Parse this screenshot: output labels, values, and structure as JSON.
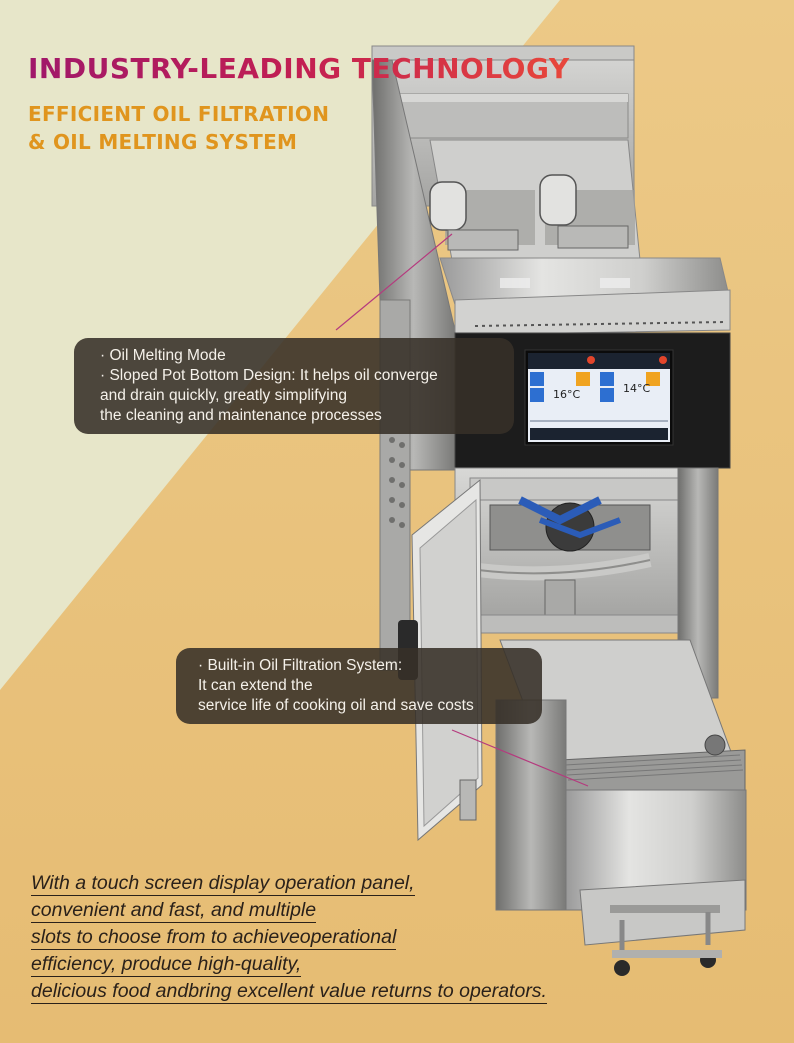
{
  "heading": {
    "title": "INDUSTRY-LEADING TECHNOLOGY",
    "subtitle_line1": "EFFICIENT OIL FILTRATION",
    "subtitle_line2": "& OIL MELTING SYSTEM"
  },
  "callout_top": {
    "lines": [
      "· Oil Melting Mode",
      "· Sloped Pot Bottom Design: It helps oil converge",
      "and drain quickly, greatly simplifying",
      "the cleaning and maintenance processes"
    ]
  },
  "callout_bottom": {
    "lines": [
      "· Built-in Oil Filtration System:",
      "It can extend the",
      "service life of cooking oil and save costs"
    ]
  },
  "footer": {
    "lines": [
      "With a touch screen display operation panel,",
      "convenient and fast, and multiple",
      "slots to choose from to achieveoperational",
      "efficiency, produce high-quality,",
      "delicious food andbring excellent value returns to operators."
    ]
  },
  "screen": {
    "left_temp": "16°C",
    "right_temp": "14°C"
  },
  "colors": {
    "title_gradient_start": "#a0186a",
    "title_gradient_end": "#e8473b",
    "subtitle": "#e0951e",
    "background_light": "#e7e6c8",
    "background_warm": "#e8c07a"
  }
}
